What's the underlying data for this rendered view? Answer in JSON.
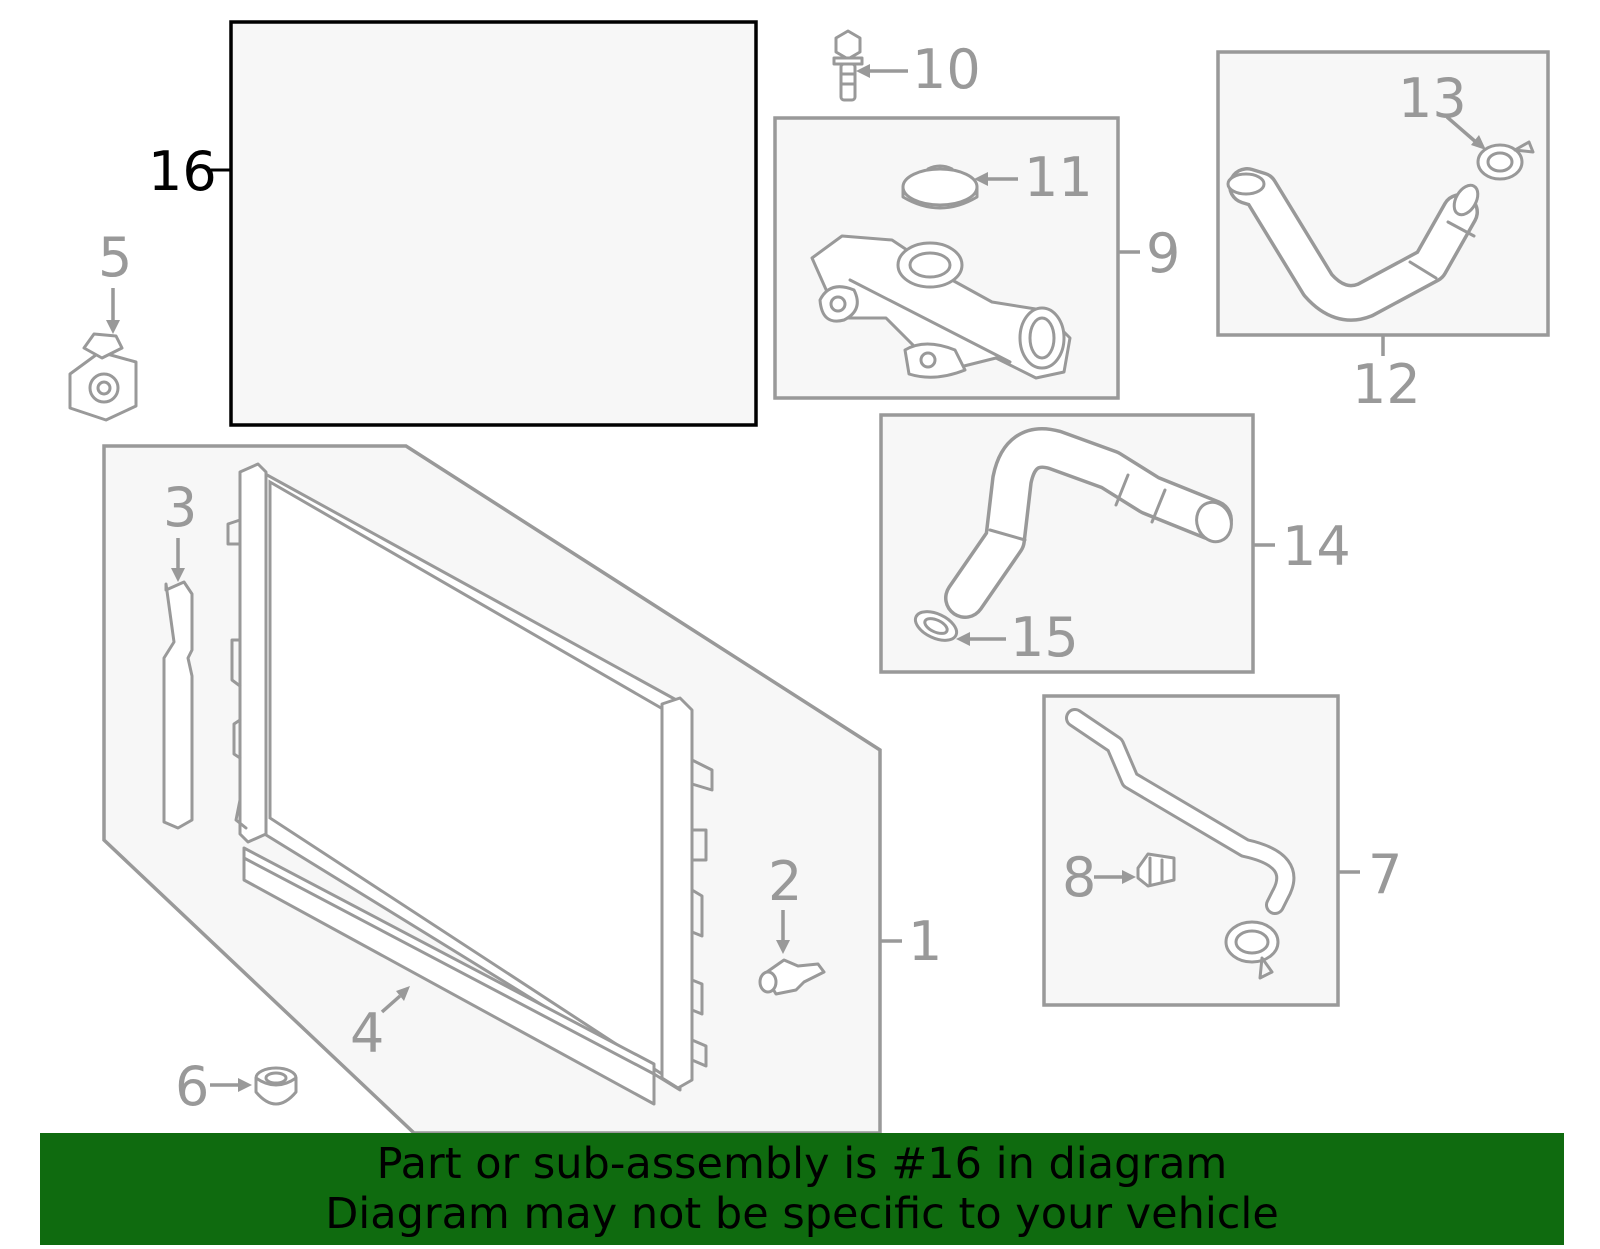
{
  "callouts": {
    "c1": "1",
    "c2": "2",
    "c3": "3",
    "c4": "4",
    "c5": "5",
    "c6": "6",
    "c7": "7",
    "c8": "8",
    "c9": "9",
    "c10": "10",
    "c11": "11",
    "c12": "12",
    "c13": "13",
    "c14": "14",
    "c15": "15",
    "c16": "16"
  },
  "highlighted_part": "16",
  "banner": {
    "line1": "Part or sub-assembly is #16 in diagram",
    "line2": "Diagram may not be specific to your vehicle"
  },
  "colors": {
    "banner_bg": "#0f6b0f",
    "line_gray": "#999999",
    "box_fill": "#f7f7f7",
    "highlight": "#000000"
  }
}
